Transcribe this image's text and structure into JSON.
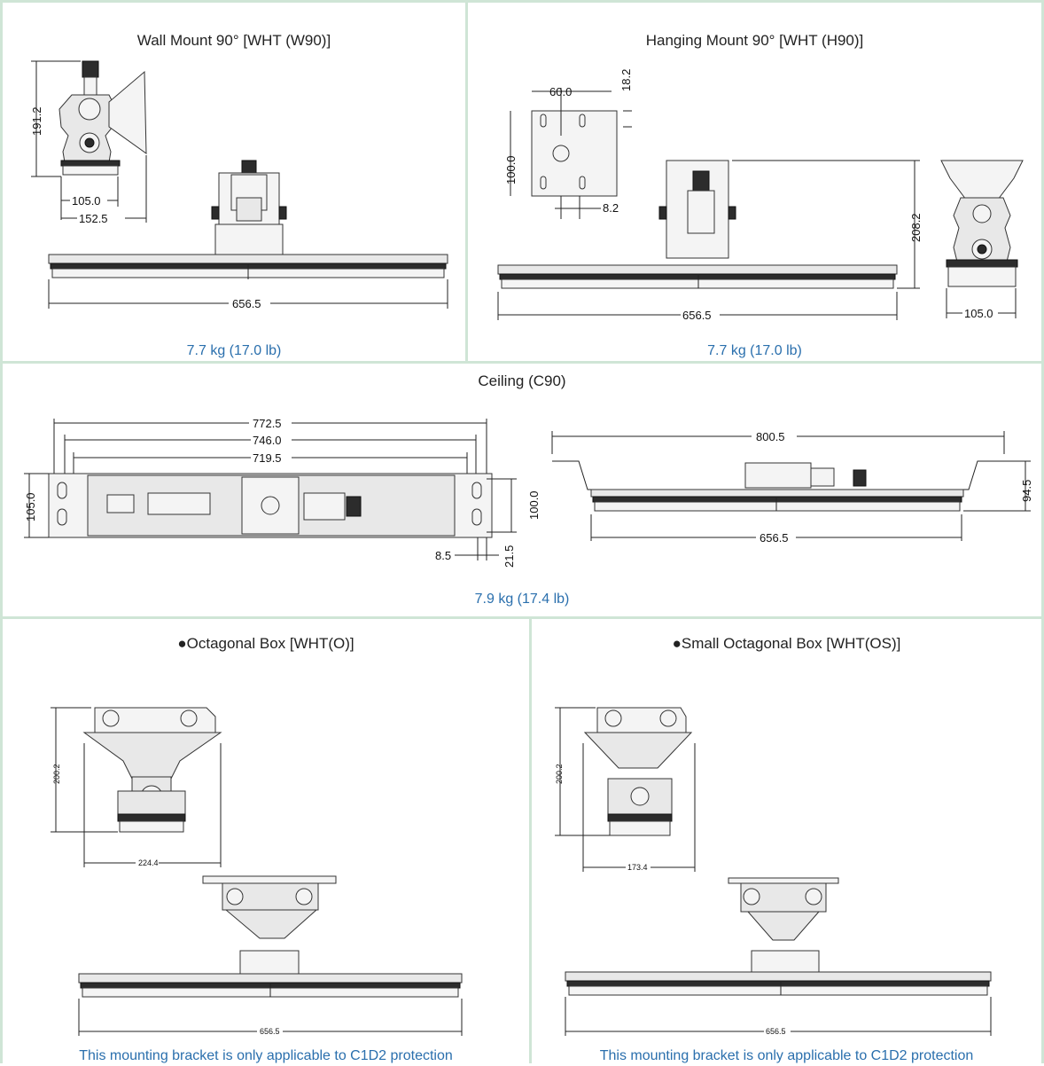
{
  "panels": {
    "wall_mount": {
      "title": "Wall Mount 90° [WHT (W90)]",
      "weight": "7.7 kg (17.0 lb)",
      "dims": {
        "height": "191.2",
        "d1": "105.0",
        "d2": "152.5",
        "length": "656.5"
      }
    },
    "hanging_mount": {
      "title": "Hanging Mount 90° [WHT (H90)]",
      "weight": "7.7 kg (17.0 lb)",
      "dims": {
        "plate_w": "60.0",
        "plate_top": "18.2",
        "plate_h": "100.0",
        "hole": "8.2",
        "height": "208.2",
        "depth": "105.0",
        "length": "656.5"
      }
    },
    "ceiling": {
      "title": "Ceiling (C90)",
      "weight": "7.9 kg (17.4 lb)",
      "dims": {
        "d772": "772.5",
        "d746": "746.0",
        "d719": "719.5",
        "d800": "800.5",
        "h105": "105.0",
        "h100": "100.0",
        "d85": "8.5",
        "d215": "21.5",
        "h945": "94.5",
        "length": "656.5"
      }
    },
    "octagonal": {
      "title": "●Octagonal Box [WHT(O)]",
      "note": "This mounting bracket is only applicable to C1D2 protection",
      "dims": {
        "height": "200.2",
        "width": "224.4",
        "length": "656.5"
      }
    },
    "small_octagonal": {
      "title": "●Small Octagonal Box [WHT(OS)]",
      "note": "This mounting bracket is only applicable to C1D2 protection",
      "dims": {
        "height": "200.2",
        "width": "173.4",
        "length": "656.5"
      }
    }
  }
}
